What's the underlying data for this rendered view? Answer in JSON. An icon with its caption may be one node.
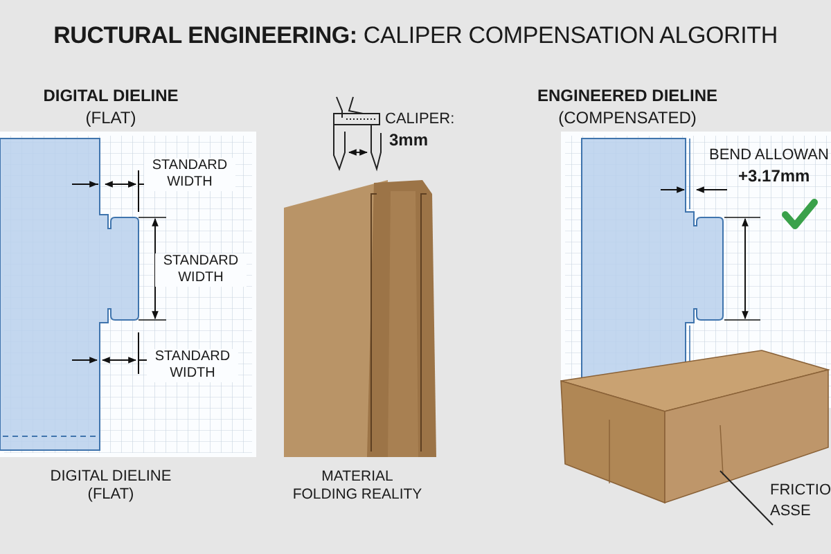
{
  "diagram": {
    "title": "**RUCTURAL ENGINEERING:** CALIPER COMPENSATION ALGORITH",
    "nodes": [
      {
        "text": [
          "DIGITAL DIELINE",
          "(FLAT)"
        ],
        "beside": [
          "DIGITAL DIELINE (FLAT)"
        ]
      },
      {
        "text": [
          "ENGINEERED DIELINE",
          "(COMPENSATED)"
        ]
      },
      {
        "text": [],
        "shape": "box"
      },
      {
        "text": [
          "FRICTIO ASSE"
        ]
      }
    ],
    "edges": [
      {
        "from": 3,
        "to": 2,
        "arrow": "none"
      }
    ],
    "labels": [
      "STANDARD WIDTH",
      "STANDARD WIDTH",
      "STANDARD WIDTH",
      "CALIPER:",
      "3mm",
      "MATERIAL FOLDING REALITY",
      "BEND ALLOWAN",
      "+3.17mm"
    ]
  }
}
